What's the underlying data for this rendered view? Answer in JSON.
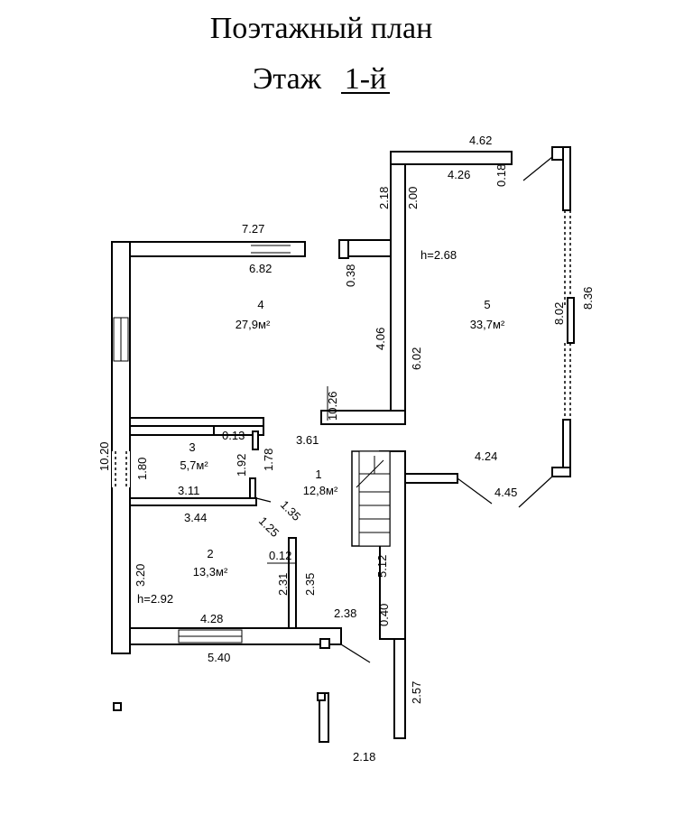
{
  "title": "Поэтажный план",
  "floor_label": "Этаж",
  "floor_value": "1-й",
  "rooms": [
    {
      "number": "1",
      "area": "12,8м²"
    },
    {
      "number": "2",
      "area": "13,3м²"
    },
    {
      "number": "3",
      "area": "5,7м²"
    },
    {
      "number": "4",
      "area": "27,9м²"
    },
    {
      "number": "5",
      "area": "33,7м²"
    }
  ],
  "heights": {
    "room5": "h=2.68",
    "room2": "h=2.92"
  },
  "dimensions": {
    "d462": "4.62",
    "d426": "4.26",
    "d018": "0.18",
    "d218a": "2.18",
    "d200": "2.00",
    "d727": "7.27",
    "d682": "6.82",
    "d038": "0.38",
    "d268": "h=2.68",
    "d406": "4.06",
    "d602": "6.02",
    "d026": "10.26",
    "d802": "8.02",
    "d836": "8.36",
    "d1020": "10.20",
    "d013": "0.13",
    "d361": "3.61",
    "d180": "1.80",
    "d192": "1.92",
    "d178": "1.78",
    "d311": "3.11",
    "d424": "4.24",
    "d445": "4.45",
    "d344": "3.44",
    "d135": "1.35",
    "d125": "1.25",
    "d012": "0.12",
    "d320": "3.20",
    "d231": "2.31",
    "d235": "2.35",
    "d512": "5.12",
    "d040": "0.40",
    "d428": "4.28",
    "d238": "2.38",
    "d540": "5.40",
    "d257": "2.57",
    "d218b": "2.18"
  }
}
